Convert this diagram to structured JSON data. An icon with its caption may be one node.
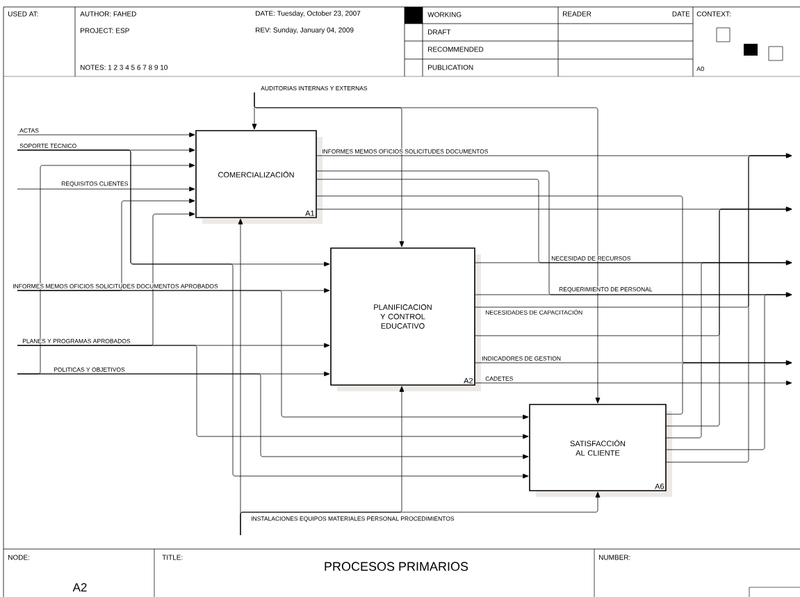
{
  "diagram": {
    "title": "PROCESOS PRIMARIOS",
    "nodes": [
      {
        "text": [
          "COMERCIALIZACIÓN",
          "A1"
        ]
      },
      {
        "text": [
          "PLANIFICACION Y CONTROL EDUCATIVO",
          "A2"
        ]
      },
      {
        "text": [
          "SATISFACCIÓN AL CLIENTE",
          "A6"
        ]
      }
    ],
    "edges": [
      {
        "from": null,
        "to": 0,
        "arrow": "to",
        "label": "ACTAS"
      },
      {
        "from": null,
        "to": 0,
        "arrow": "to",
        "label": "SOPORTE TECNICO"
      },
      {
        "from": null,
        "to": 1,
        "arrow": "to"
      },
      {
        "from": null,
        "to": 2,
        "arrow": "to"
      },
      {
        "from": null,
        "to": 0,
        "arrow": "to"
      },
      {
        "from": null,
        "to": 0,
        "arrow": "to",
        "label": "REQUISITOS CLIENTES"
      },
      {
        "from": null,
        "to": 0,
        "arrow": "to"
      },
      {
        "from": null,
        "to": 0,
        "arrow": "to"
      },
      {
        "from": null,
        "to": 1,
        "arrow": "to",
        "label": "INFORMES MEMOS OFICIOS SOLICITUDES DOCUMENTOS APROBADOS"
      },
      {
        "from": null,
        "to": 2,
        "arrow": "to"
      },
      {
        "from": null,
        "to": 1,
        "arrow": "to",
        "label": "PLANES Y PROGRAMAS APROBADOS"
      },
      {
        "from": null,
        "to": 2,
        "arrow": "to"
      },
      {
        "from": null,
        "to": 1,
        "arrow": "to",
        "label": "POLITICAS Y OBJETIVOS"
      },
      {
        "from": null,
        "to": 2,
        "arrow": "to"
      },
      {
        "from": null,
        "to": 0,
        "arrow": "to",
        "label": "AUDITORIAS INTERNAS Y EXTERNAS"
      },
      {
        "from": null,
        "to": 1,
        "arrow": "to"
      },
      {
        "from": null,
        "to": 2,
        "arrow": "to"
      },
      {
        "from": null,
        "to": 0,
        "arrow": "to",
        "label": "INSTALACIONES EQUIPOS MATERIALES PERSONAL PROCEDIMIENTOS"
      },
      {
        "from": null,
        "to": 1,
        "arrow": "to"
      },
      {
        "from": null,
        "to": 2,
        "arrow": "to"
      },
      {
        "from": 0,
        "to": null,
        "arrow": "to",
        "label": "INFORMES MEMOS OFICIOS SOLICITUDES DOCUMENTOS"
      },
      {
        "from": 0,
        "to": null,
        "arrow": "to"
      },
      {
        "from": 0,
        "to": null,
        "arrow": "to"
      },
      {
        "from": 0,
        "to": null,
        "arrow": "to"
      },
      {
        "from": 0,
        "to": null,
        "arrow": "to"
      },
      {
        "from": 1,
        "to": null,
        "arrow": "to",
        "label": "NECESIDAD DE RECURSOS"
      },
      {
        "from": 1,
        "to": null,
        "arrow": "to",
        "label": "REQUERIMIENTO DE PERSONAL"
      },
      {
        "from": 1,
        "to": null,
        "arrow": "to",
        "label": "NECESIDADES DE CAPACITACIÓN"
      },
      {
        "from": 1,
        "to": null,
        "arrow": "to"
      },
      {
        "from": 1,
        "to": null,
        "arrow": "to",
        "label": "INDICADORES DE GESTION"
      },
      {
        "from": 1,
        "to": null,
        "arrow": "to",
        "label": "CADETES"
      },
      {
        "from": 2,
        "to": null,
        "arrow": "to"
      },
      {
        "from": 2,
        "to": null,
        "arrow": "to"
      },
      {
        "from": 2,
        "to": null,
        "arrow": "to"
      },
      {
        "from": 2,
        "to": null,
        "arrow": "to"
      },
      {
        "from": 2,
        "to": null,
        "arrow": "to"
      }
    ],
    "labels": [
      "USED AT:",
      "AUTHOR: FAHED",
      "PROJECT: ESP",
      "NOTES: 1 2 3 4 5 6 7 8 9 10",
      "DATE: Tuesday, October 23, 2007",
      "REV: Sunday, January 04, 2009",
      "WORKING",
      "DRAFT",
      "RECOMMENDED",
      "PUBLICATION",
      "READER",
      "DATE",
      "CONTEXT:",
      "A0",
      "NODE:",
      "A2",
      "TITLE:",
      "NUMBER:"
    ]
  }
}
